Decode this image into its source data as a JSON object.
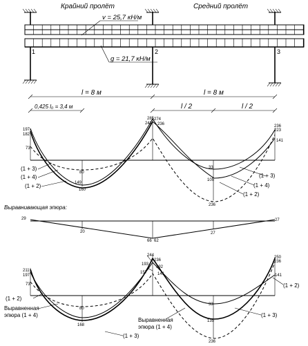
{
  "header": {
    "span_left": "Крайний пролёт",
    "span_mid": "Средний пролёт"
  },
  "loads": {
    "live": "v = 25,7 кН/м",
    "dead": "g = 21,7 кН/м"
  },
  "nodes": [
    "1",
    "2",
    "3"
  ],
  "dims": {
    "span1": "l = 8 м",
    "span2": "l = 8 м",
    "half1": "l / 2",
    "half2": "l / 2",
    "partial": "0,425 l₀ = 3,4 м"
  },
  "diagram1": {
    "values": [
      "197",
      "182",
      "73",
      "80",
      "149",
      "160",
      "285",
      "274",
      "241",
      "236",
      "33",
      "105",
      "236",
      "236",
      "223",
      "141"
    ],
    "legend": [
      "(1 + 3)",
      "(1 + 4)",
      "(1 + 2)",
      "(1 + 3)",
      "(1 + 4)",
      "(1 + 2)"
    ]
  },
  "diagram2": {
    "title": "Выравнивающая эпюра:",
    "values": [
      "29",
      "20",
      "66",
      "62",
      "27",
      "27"
    ]
  },
  "diagram3": {
    "values": [
      "211",
      "197",
      "73",
      "80",
      "168",
      "244",
      "236",
      "193",
      "192",
      "157",
      "141",
      "33",
      "135",
      "236",
      "250",
      "236",
      "141"
    ],
    "legend": [
      "(1 + 2)",
      "Выравненная",
      "эпюра (1 + 4)",
      "Выравненная",
      "эпюра (1 + 4)",
      "(1 + 3)",
      "(1 + 2)",
      "(1 + 3)"
    ]
  }
}
